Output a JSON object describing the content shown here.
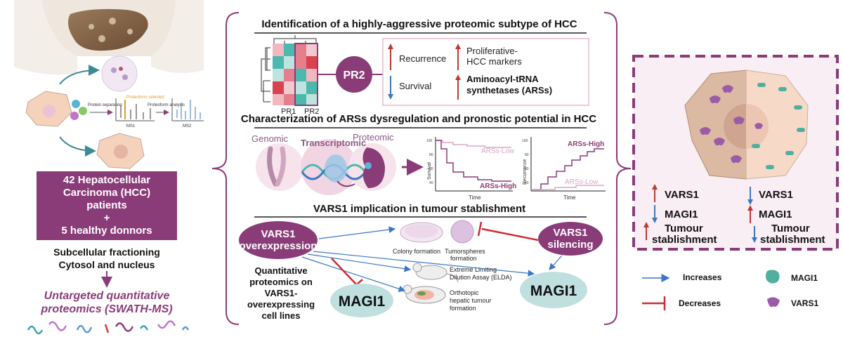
{
  "left_panel": {
    "ms_labels": {
      "protein_separation": "Protein separation",
      "proteoform_selected": "Proteoform selected",
      "proteoform_analysis": "Proteoform analysis",
      "ms1": "MS1",
      "ms2": "MS2"
    },
    "cohort_box": {
      "line1": "42 Hepatocellular",
      "line2": "Carcinoma (HCC)",
      "line3": "patients",
      "line4": "+",
      "line5": "5 healthy donnors"
    },
    "fractioning_line1": "Subcellular fractioning",
    "fractioning_line2": "Cytosol and nucleus",
    "method_line1": "Untargeted quantitative",
    "method_line2": "proteomics (SWATH-MS)"
  },
  "section1": {
    "title": "Identification of a highly-aggressive proteomic subtype of HCC",
    "pr1": "PR1",
    "pr2": "PR2",
    "pr2_circle": "PR2",
    "recurrence": "Recurrence",
    "survival": "Survival",
    "prolif_line1": "Proliferative-",
    "prolif_line2": "HCC markers",
    "ars_line1": "Aminoacyl-tRNA",
    "ars_line2": "synthetases (ARSs)"
  },
  "section2": {
    "title": "Characterization of ARSs dysregulation and pronostic potential in HCC",
    "genomic": "Genomic",
    "transcriptomic": "Transcriptomic",
    "proteomic": "Proteomic",
    "survival_axis": "Survival",
    "recurrence_axis": "Recurrence",
    "time": "Time",
    "ars_low": "ARSs-Low",
    "ars_high": "ARSs-High"
  },
  "section3": {
    "title": "VARS1 implication in tumour stablishment",
    "vars1_over_line1": "VARS1",
    "vars1_over_line2": "overexpression",
    "vars1_sil_line1": "VARS1",
    "vars1_sil_line2": "silencing",
    "colony": "Colony formation",
    "tumorspheres_line1": "Tumorspheres",
    "tumorspheres_line2": "formation",
    "elda_line1": "Extreme Limiting",
    "elda_line2": "Dilution Assay (ELDA)",
    "orthotopic_line1": "Orthotopic",
    "orthotopic_line2": "hepatic tumour",
    "orthotopic_line3": "formation",
    "quant_line1": "Quantitative",
    "quant_line2": "proteomics on",
    "quant_line3": "VARS1-",
    "quant_line4": "overexpressing",
    "quant_line5": "cell lines",
    "magi1_left": "MAGI1",
    "magi1_right": "MAGI1"
  },
  "right_panel": {
    "left_vars1": "VARS1",
    "left_magi1": "MAGI1",
    "left_tumour_line1": "Tumour",
    "left_tumour_line2": "stablishment",
    "right_vars1": "VARS1",
    "right_magi1": "MAGI1",
    "right_tumour_line1": "Tumour",
    "right_tumour_line2": "stablishment"
  },
  "legend": {
    "increases": "Increases",
    "decreases": "Decreases",
    "magi1": "MAGI1",
    "vars1": "VARS1"
  },
  "colors": {
    "purple": "#8a3c78",
    "magi_teal": "#4fb0a0",
    "up_red": "#c0392b",
    "down_blue": "#3a78c2"
  }
}
